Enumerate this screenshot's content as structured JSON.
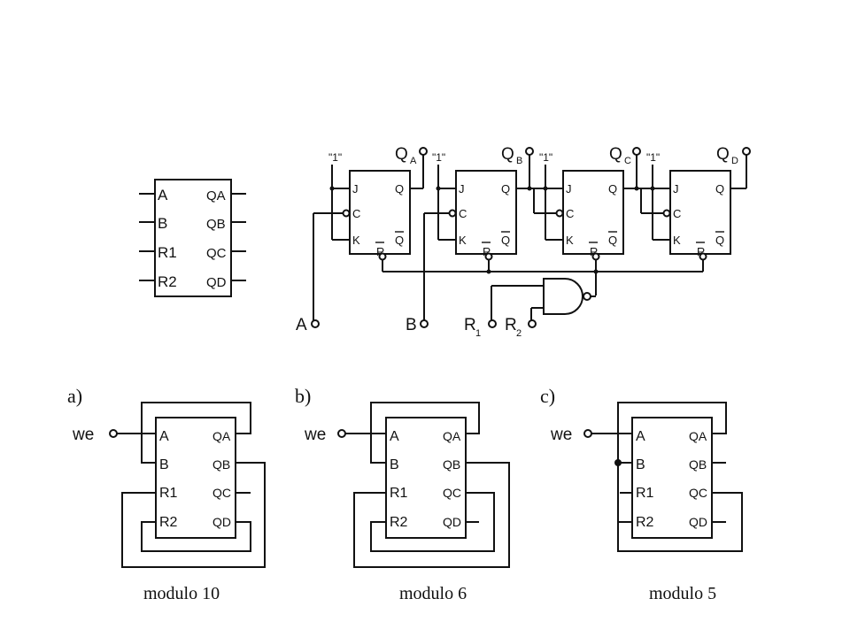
{
  "chip": {
    "pins_left": [
      "A",
      "B",
      "R1",
      "R2"
    ],
    "pins_right": [
      "QA",
      "QB",
      "QC",
      "QD"
    ]
  },
  "counter": {
    "one_label": "\"1\"",
    "ff": {
      "j": "J",
      "c": "C",
      "k": "K",
      "q": "Q",
      "qbar": "Q",
      "r": "R"
    },
    "outputs": [
      "Q",
      "Q",
      "Q",
      "Q"
    ],
    "output_subs": [
      "A",
      "B",
      "C",
      "D"
    ],
    "inputs": {
      "a": "A",
      "b": "B",
      "r1": "R",
      "r1_sub": "1",
      "r2": "R",
      "r2_sub": "2"
    }
  },
  "variants": [
    {
      "letter": "a)",
      "input": "we",
      "caption": "modulo 10"
    },
    {
      "letter": "b)",
      "input": "we",
      "caption": "modulo 6"
    },
    {
      "letter": "c)",
      "input": "we",
      "caption": "modulo 5"
    }
  ]
}
